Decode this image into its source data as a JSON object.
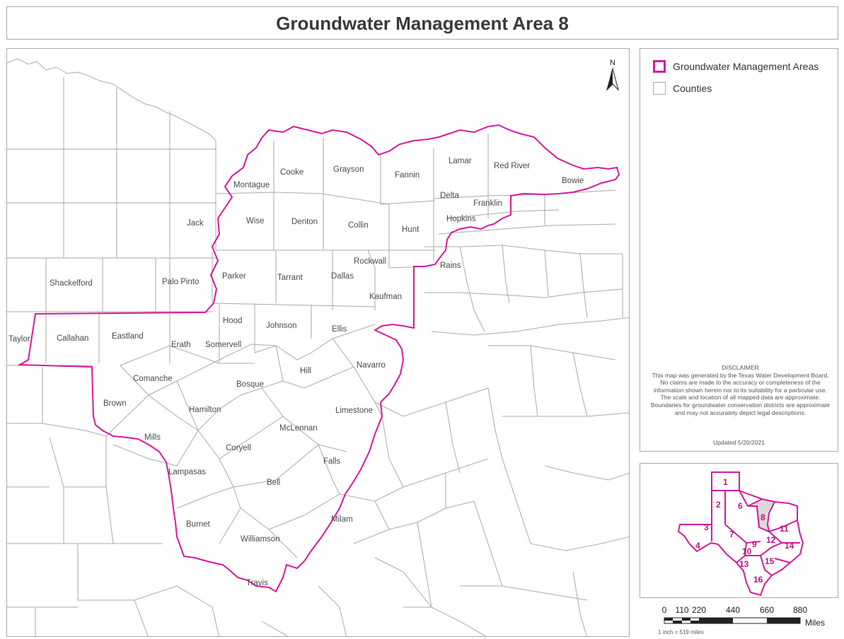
{
  "title": "Groundwater Management Area 8",
  "map": {
    "north_label": "N",
    "colors": {
      "gma_boundary": "#d61a9c",
      "county_line": "#a9a9a9",
      "highlight": "#d9d9d9"
    },
    "counties": [
      {
        "name": "Montague"
      },
      {
        "name": "Cooke"
      },
      {
        "name": "Grayson"
      },
      {
        "name": "Fannin"
      },
      {
        "name": "Lamar"
      },
      {
        "name": "Red River"
      },
      {
        "name": "Bowie"
      },
      {
        "name": "Delta"
      },
      {
        "name": "Franklin"
      },
      {
        "name": "Hopkins"
      },
      {
        "name": "Jack"
      },
      {
        "name": "Wise"
      },
      {
        "name": "Denton"
      },
      {
        "name": "Collin"
      },
      {
        "name": "Hunt"
      },
      {
        "name": "Rockwall"
      },
      {
        "name": "Rains"
      },
      {
        "name": "Shackelford"
      },
      {
        "name": "Palo Pinto"
      },
      {
        "name": "Parker"
      },
      {
        "name": "Tarrant"
      },
      {
        "name": "Dallas"
      },
      {
        "name": "Kaufman"
      },
      {
        "name": "Hood"
      },
      {
        "name": "Johnson"
      },
      {
        "name": "Ellis"
      },
      {
        "name": "Taylor"
      },
      {
        "name": "Callahan"
      },
      {
        "name": "Eastland"
      },
      {
        "name": "Erath"
      },
      {
        "name": "Somervell"
      },
      {
        "name": "Comanche"
      },
      {
        "name": "Bosque"
      },
      {
        "name": "Hill"
      },
      {
        "name": "Navarro"
      },
      {
        "name": "Brown"
      },
      {
        "name": "Hamilton"
      },
      {
        "name": "Limestone"
      },
      {
        "name": "Mills"
      },
      {
        "name": "McLennan"
      },
      {
        "name": "Coryell"
      },
      {
        "name": "Lampasas"
      },
      {
        "name": "Falls"
      },
      {
        "name": "Bell"
      },
      {
        "name": "Burnet"
      },
      {
        "name": "Milam"
      },
      {
        "name": "Williamson"
      },
      {
        "name": "Travis"
      }
    ]
  },
  "legend": {
    "items": [
      {
        "label": "Groundwater Management Areas",
        "icon": "magenta-outline-square"
      },
      {
        "label": "Counties",
        "icon": "gray-outline-square"
      }
    ],
    "disclaimer_title": "DISCLAIMER",
    "disclaimer_text": "This map was generated by the Texas Water Development Board. No claims are made to the accuracy or completeness of the information shown herein nor to its suitability for a particular use. The scale and location of all mapped data are approximate. Boundaries for groundwater conservation districts are approximate and may not accurately depict legal descriptions.",
    "updated": "Updated 5/20/2021"
  },
  "inset": {
    "highlighted_area": "8",
    "area_labels": [
      {
        "label": "1"
      },
      {
        "label": "2"
      },
      {
        "label": "6"
      },
      {
        "label": "8"
      },
      {
        "label": "11"
      },
      {
        "label": "3"
      },
      {
        "label": "7"
      },
      {
        "label": "12"
      },
      {
        "label": "4"
      },
      {
        "label": "14"
      },
      {
        "label": "10"
      },
      {
        "label": "9"
      },
      {
        "label": "13"
      },
      {
        "label": "15"
      },
      {
        "label": "16"
      }
    ]
  },
  "scale_bar": {
    "ticks": [
      "0",
      "110",
      "220",
      "440",
      "660",
      "880"
    ],
    "unit": "Miles",
    "note": "1 inch = 519 miles"
  }
}
